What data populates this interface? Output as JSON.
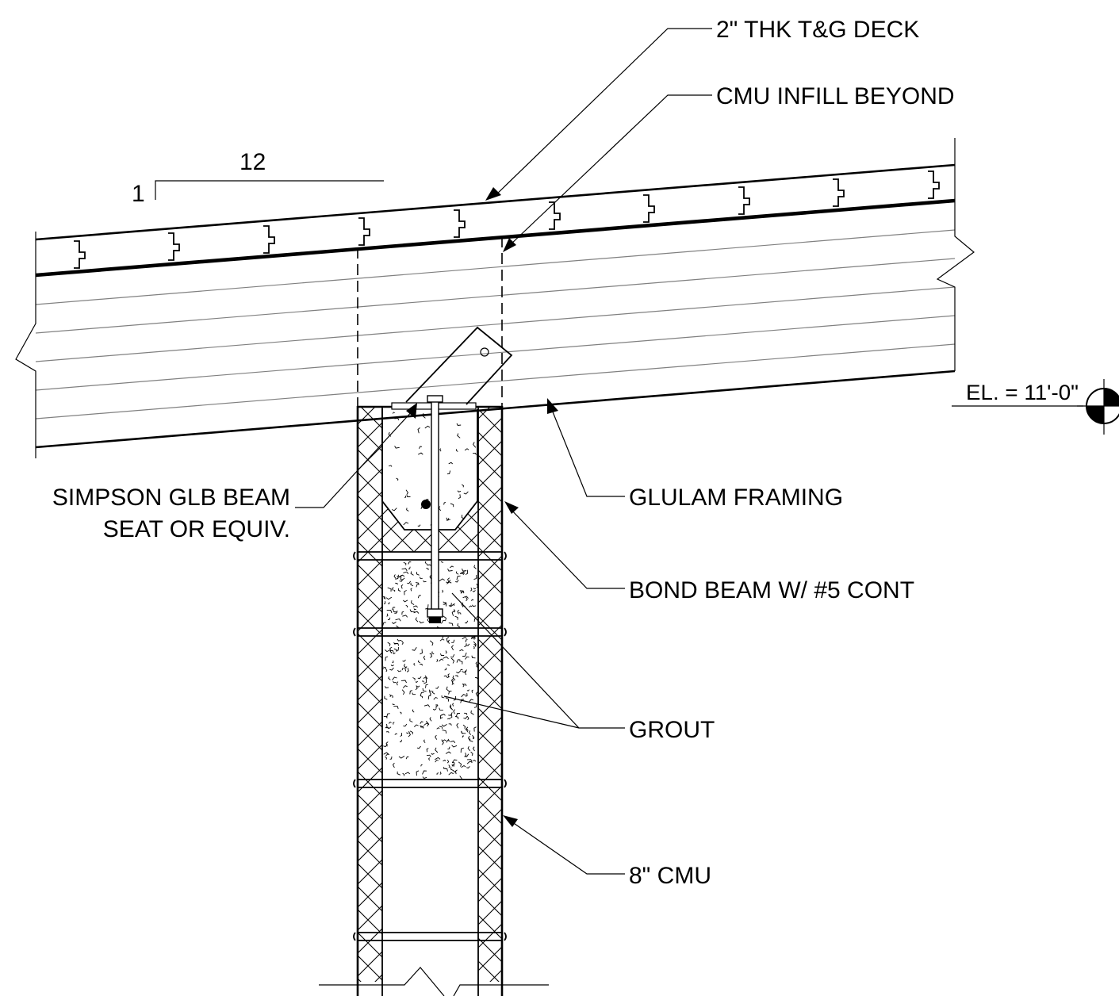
{
  "slope": {
    "rise": "1",
    "run": "12"
  },
  "callouts": {
    "deck": "2\" THK T&G DECK",
    "cmu_infill": "CMU INFILL BEYOND",
    "beam_seat_line1": "SIMPSON GLB BEAM",
    "beam_seat_line2": "SEAT OR EQUIV.",
    "glulam": "GLULAM FRAMING",
    "bond_beam": "BOND BEAM W/ #5 CONT",
    "grout": "GROUT",
    "cmu": "8\" CMU"
  },
  "elevation": {
    "label": "EL. = 11'-0\""
  }
}
